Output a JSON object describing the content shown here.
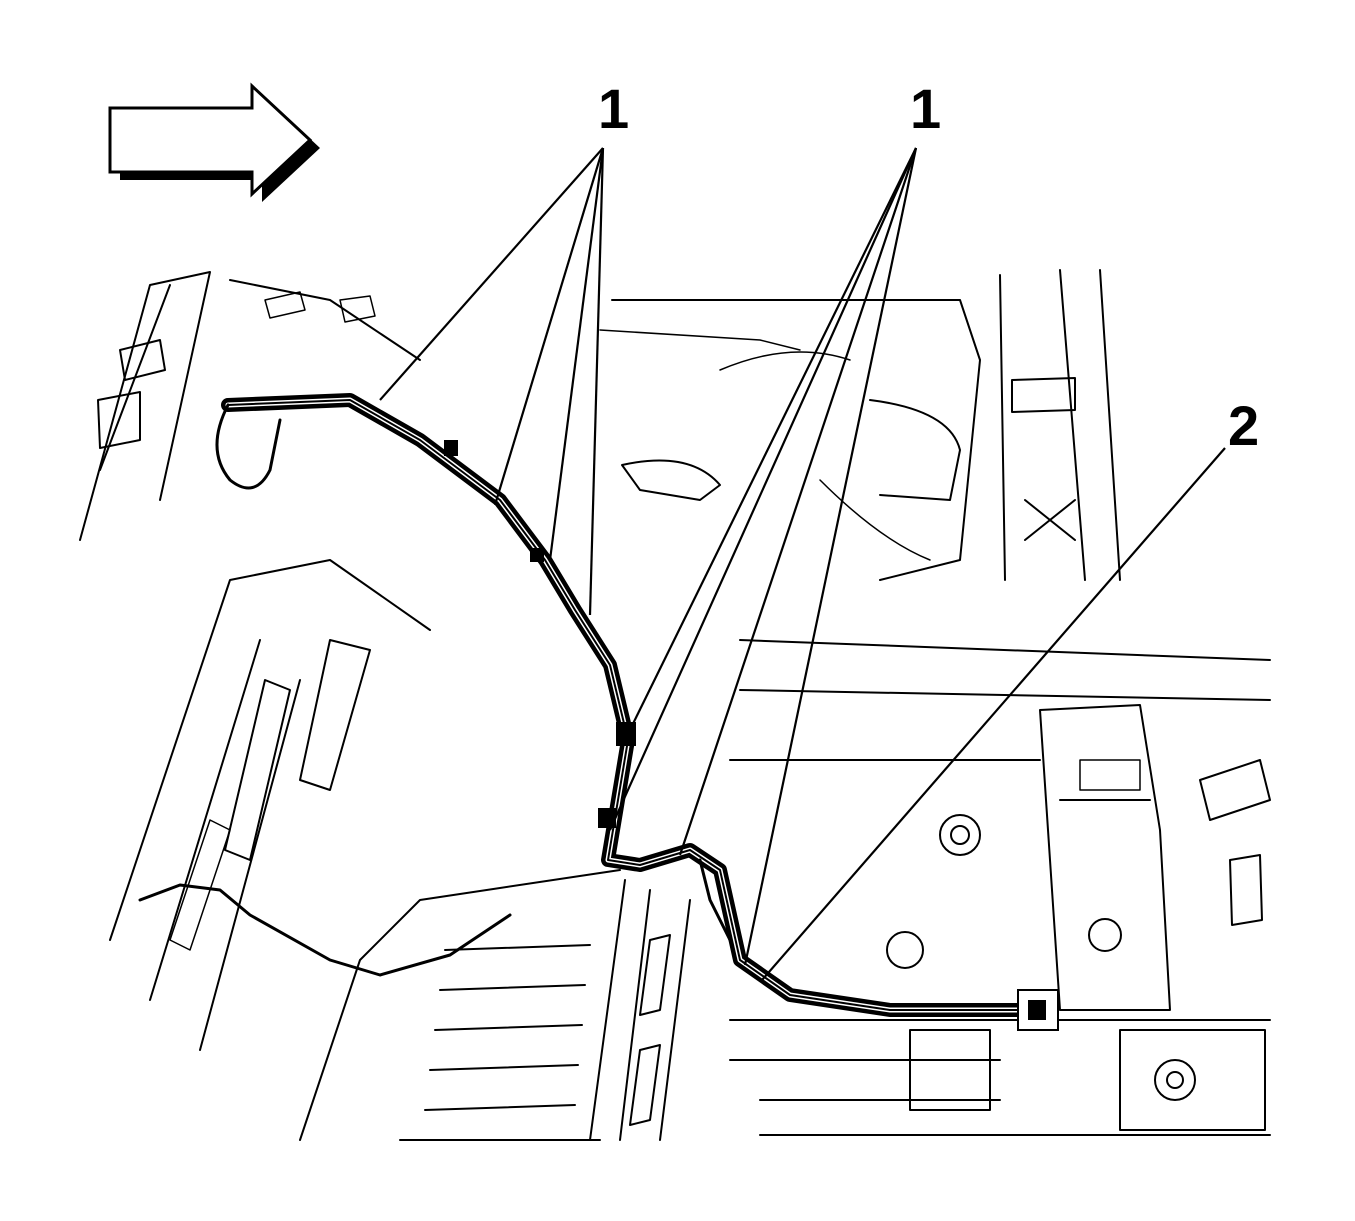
{
  "callouts": [
    {
      "id": "callout-1-left",
      "label": "1"
    },
    {
      "id": "callout-1-right",
      "label": "1"
    },
    {
      "id": "callout-2",
      "label": "2"
    }
  ],
  "direction_arrow": {
    "icon": "forward-arrow-icon"
  }
}
